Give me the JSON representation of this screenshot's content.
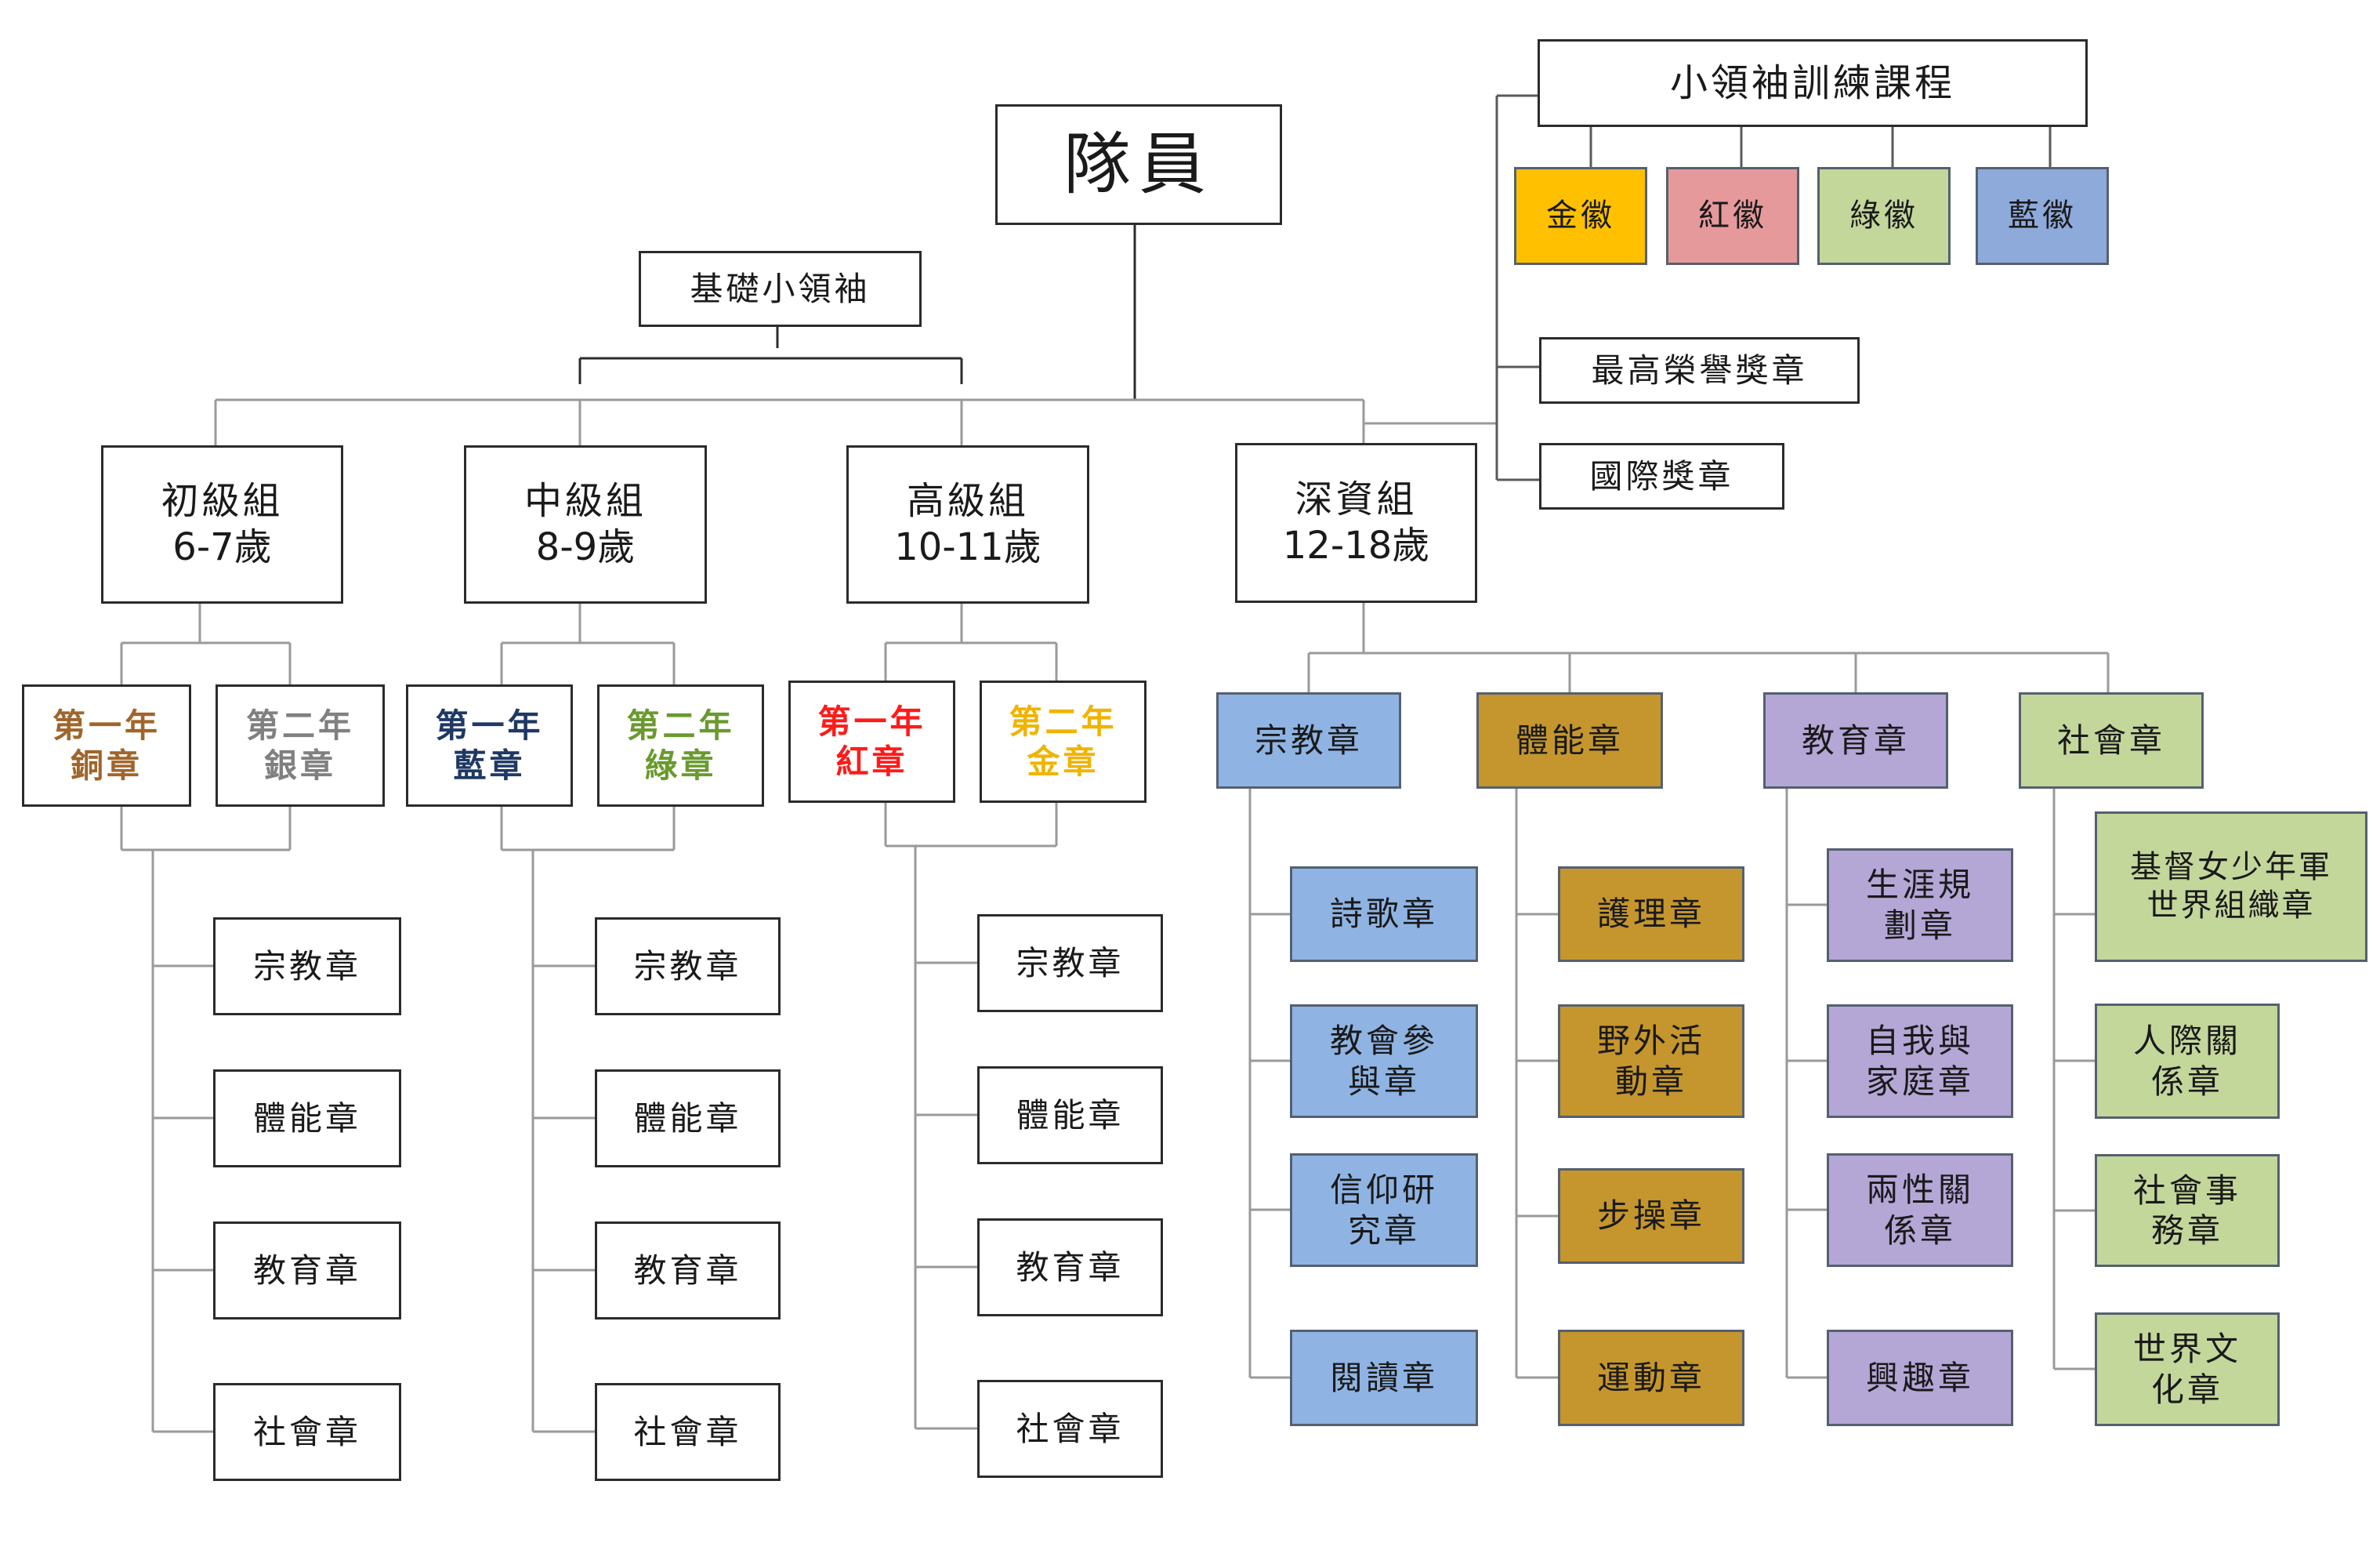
{
  "colors": {
    "gold": "#ffc000",
    "red_badge": "#e6999b",
    "green_badge": "#c4d79b",
    "blue_badge": "#8eaadb",
    "religion_blue": "#8fb4e3",
    "fitness_brown": "#c5962d",
    "education_purple": "#b4a7d6",
    "social_green": "#c4d79b",
    "copper_text": "#a0652a",
    "silver_text": "#808080",
    "navy_text": "#1f3864",
    "green_text": "#6a9a2e",
    "red_text": "#ff1a1a",
    "gold_text": "#f0b400"
  },
  "root": "隊員",
  "basic_leader": "基礎小領袖",
  "leadership": {
    "title": "小領袖訓練課程",
    "badges": [
      "金徽",
      "紅徽",
      "綠徽",
      "藍徽"
    ]
  },
  "highest_award": "最高榮譽獎章",
  "international_award": "國際獎章",
  "groups": [
    {
      "name": "初級組",
      "age": "6-7歲",
      "years": [
        {
          "lines": [
            "第一年",
            "銅章"
          ]
        },
        {
          "lines": [
            "第二年",
            "銀章"
          ]
        }
      ],
      "badges": [
        "宗教章",
        "體能章",
        "教育章",
        "社會章"
      ]
    },
    {
      "name": "中級組",
      "age": "8-9歲",
      "years": [
        {
          "lines": [
            "第一年",
            "藍章"
          ]
        },
        {
          "lines": [
            "第二年",
            "綠章"
          ]
        }
      ],
      "badges": [
        "宗教章",
        "體能章",
        "教育章",
        "社會章"
      ]
    },
    {
      "name": "高級組",
      "age": "10-11歲",
      "years": [
        {
          "lines": [
            "第一年",
            "紅章"
          ]
        },
        {
          "lines": [
            "第二年",
            "金章"
          ]
        }
      ],
      "badges": [
        "宗教章",
        "體能章",
        "教育章",
        "社會章"
      ]
    }
  ],
  "senior": {
    "name": "深資組",
    "age": "12-18歲",
    "categories": [
      {
        "name": "宗教章",
        "items": [
          [
            "詩歌章"
          ],
          [
            "教會參",
            "與章"
          ],
          [
            "信仰研",
            "究章"
          ],
          [
            "閱讀章"
          ]
        ]
      },
      {
        "name": "體能章",
        "items": [
          [
            "護理章"
          ],
          [
            "野外活",
            "動章"
          ],
          [
            "步操章"
          ],
          [
            "運動章"
          ]
        ]
      },
      {
        "name": "教育章",
        "items": [
          [
            "生涯規",
            "劃章"
          ],
          [
            "自我與",
            "家庭章"
          ],
          [
            "兩性關",
            "係章"
          ],
          [
            "興趣章"
          ]
        ]
      },
      {
        "name": "社會章",
        "items": [
          [
            "基督女少年軍",
            "世界組織章"
          ],
          [
            "人際關",
            "係章"
          ],
          [
            "社會事",
            "務章"
          ],
          [
            "世界文",
            "化章"
          ]
        ]
      }
    ]
  }
}
